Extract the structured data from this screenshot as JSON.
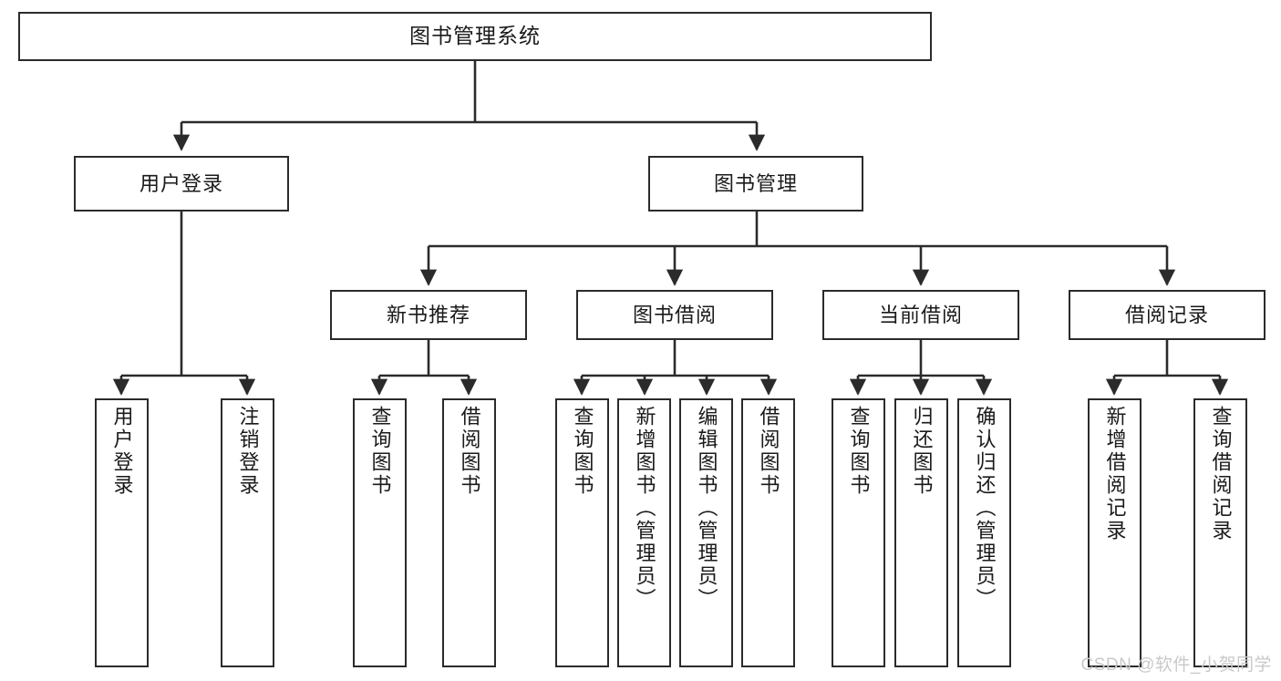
{
  "diagram": {
    "title": "图书管理系统",
    "type": "hierarchy-tree",
    "stroke_color": "#2b2b2b",
    "fill_color": "#ffffff",
    "text_color": "#1a1a1a"
  },
  "watermark": {
    "text": "CSDN @软件_小贺同学",
    "color": "#c9c9c9"
  },
  "nodes": {
    "root": {
      "label": "图书管理系统"
    },
    "level1": [
      {
        "label": "用户登录"
      },
      {
        "label": "图书管理"
      }
    ],
    "level2": [
      {
        "label": "新书推荐"
      },
      {
        "label": "图书借阅"
      },
      {
        "label": "当前借阅"
      },
      {
        "label": "借阅记录"
      }
    ],
    "leaves": {
      "user_login": [
        {
          "label": "用户登录"
        },
        {
          "label": "注销登录"
        }
      ],
      "new_book": [
        {
          "label": "查询图书"
        },
        {
          "label": "借阅图书"
        }
      ],
      "borrow_book": [
        {
          "label": "查询图书"
        },
        {
          "label": "新增图书（管理员）"
        },
        {
          "label": "编辑图书（管理员）"
        },
        {
          "label": "借阅图书"
        }
      ],
      "current_borrow": [
        {
          "label": "查询图书"
        },
        {
          "label": "归还图书"
        },
        {
          "label": "确认归还（管理员）"
        }
      ],
      "borrow_record": [
        {
          "label": "新增借阅记录"
        },
        {
          "label": "查询借阅记录"
        }
      ]
    }
  }
}
